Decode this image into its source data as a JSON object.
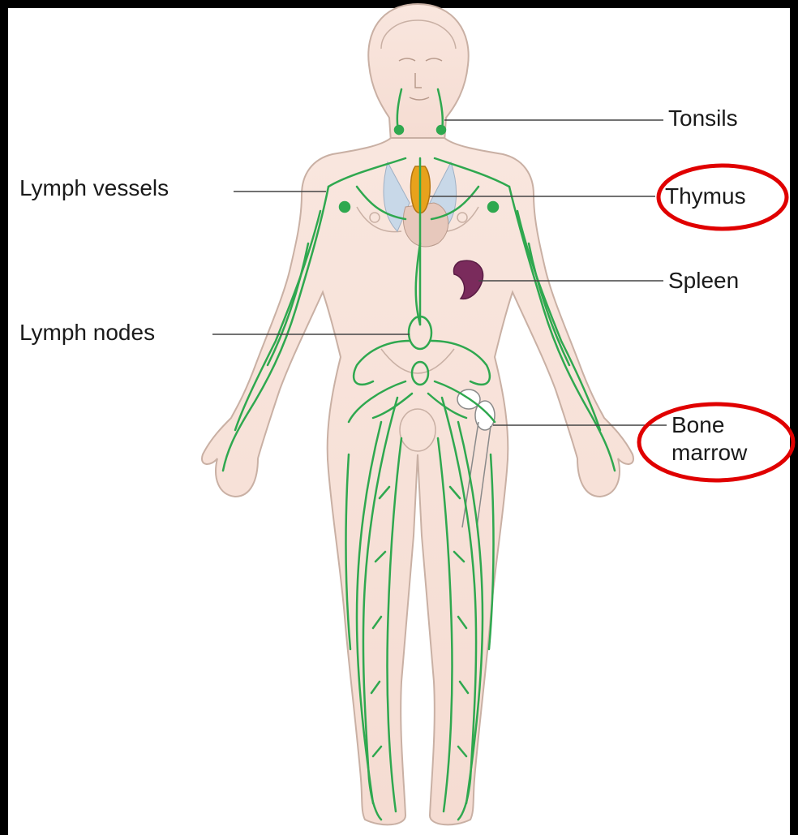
{
  "labels": {
    "tonsils": "Tonsils",
    "thymus": "Thymus",
    "spleen": "Spleen",
    "bone_marrow_line1": "Bone",
    "bone_marrow_line2": "marrow",
    "lymph_vessels": "Lymph vessels",
    "lymph_nodes": "Lymph nodes"
  },
  "highlighted": [
    "Thymus",
    "Bone marrow"
  ],
  "colors": {
    "background": "#000000",
    "skin": "#f8e3da",
    "skin_outline": "#c9b0a4",
    "lymph": "#2fa84f",
    "thymus": "#e8a21c",
    "spleen": "#7a2b5c",
    "highlight_circle": "#e00000",
    "leader_line": "#444444"
  }
}
